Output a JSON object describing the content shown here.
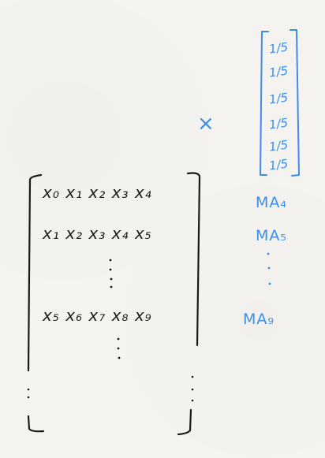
{
  "matrix": {
    "rows": [
      "x₀ x₁ x₂ x₃ x₄",
      "x₁ x₂ x₃ x₄ x₅",
      "x₅ x₆ x₇ x₈ x₉"
    ],
    "ellipsis": "⋮"
  },
  "operator": "×",
  "weights": [
    "1/5",
    "1/5",
    "1/5",
    "1/5",
    "1/5",
    "1/5"
  ],
  "outputs": [
    "MA₄",
    "MA₅",
    "MA₉"
  ],
  "colors": {
    "ink_black": "#1a1a1a",
    "ink_blue": "#3b8de6",
    "paper": "#f4f3ef"
  }
}
